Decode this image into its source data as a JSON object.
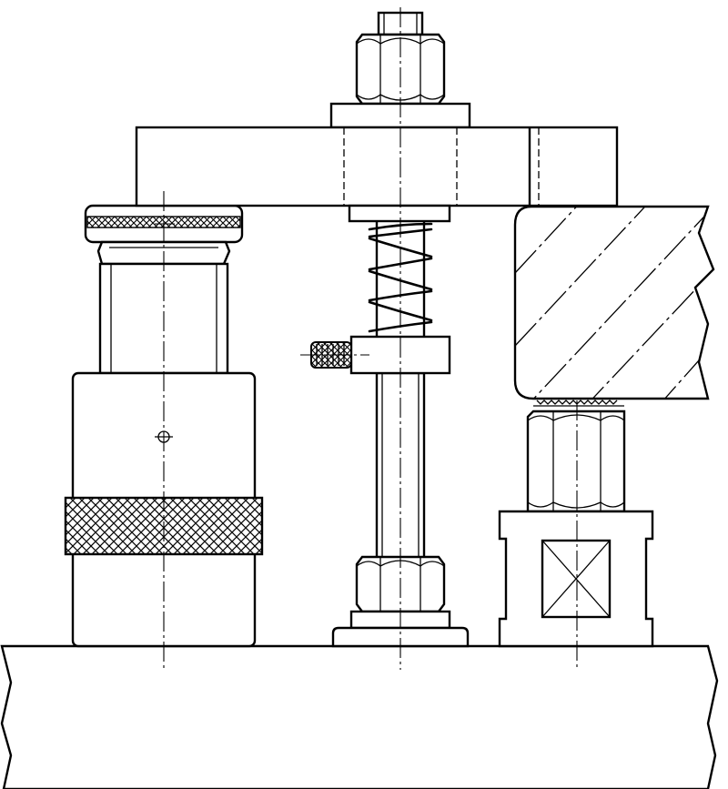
{
  "drawing": {
    "line_color": "#000000",
    "background_color": "#ffffff",
    "components": [
      "base-plate",
      "clamp-bar",
      "clamp-stud",
      "top-hex-nut",
      "washer",
      "compression-spring",
      "collar-with-set-screw",
      "lower-hex-nut",
      "swivel-foot",
      "screw-jack-support",
      "knurled-adjust-ring",
      "workpiece-section",
      "support-hex-spacer",
      "support-block"
    ]
  }
}
